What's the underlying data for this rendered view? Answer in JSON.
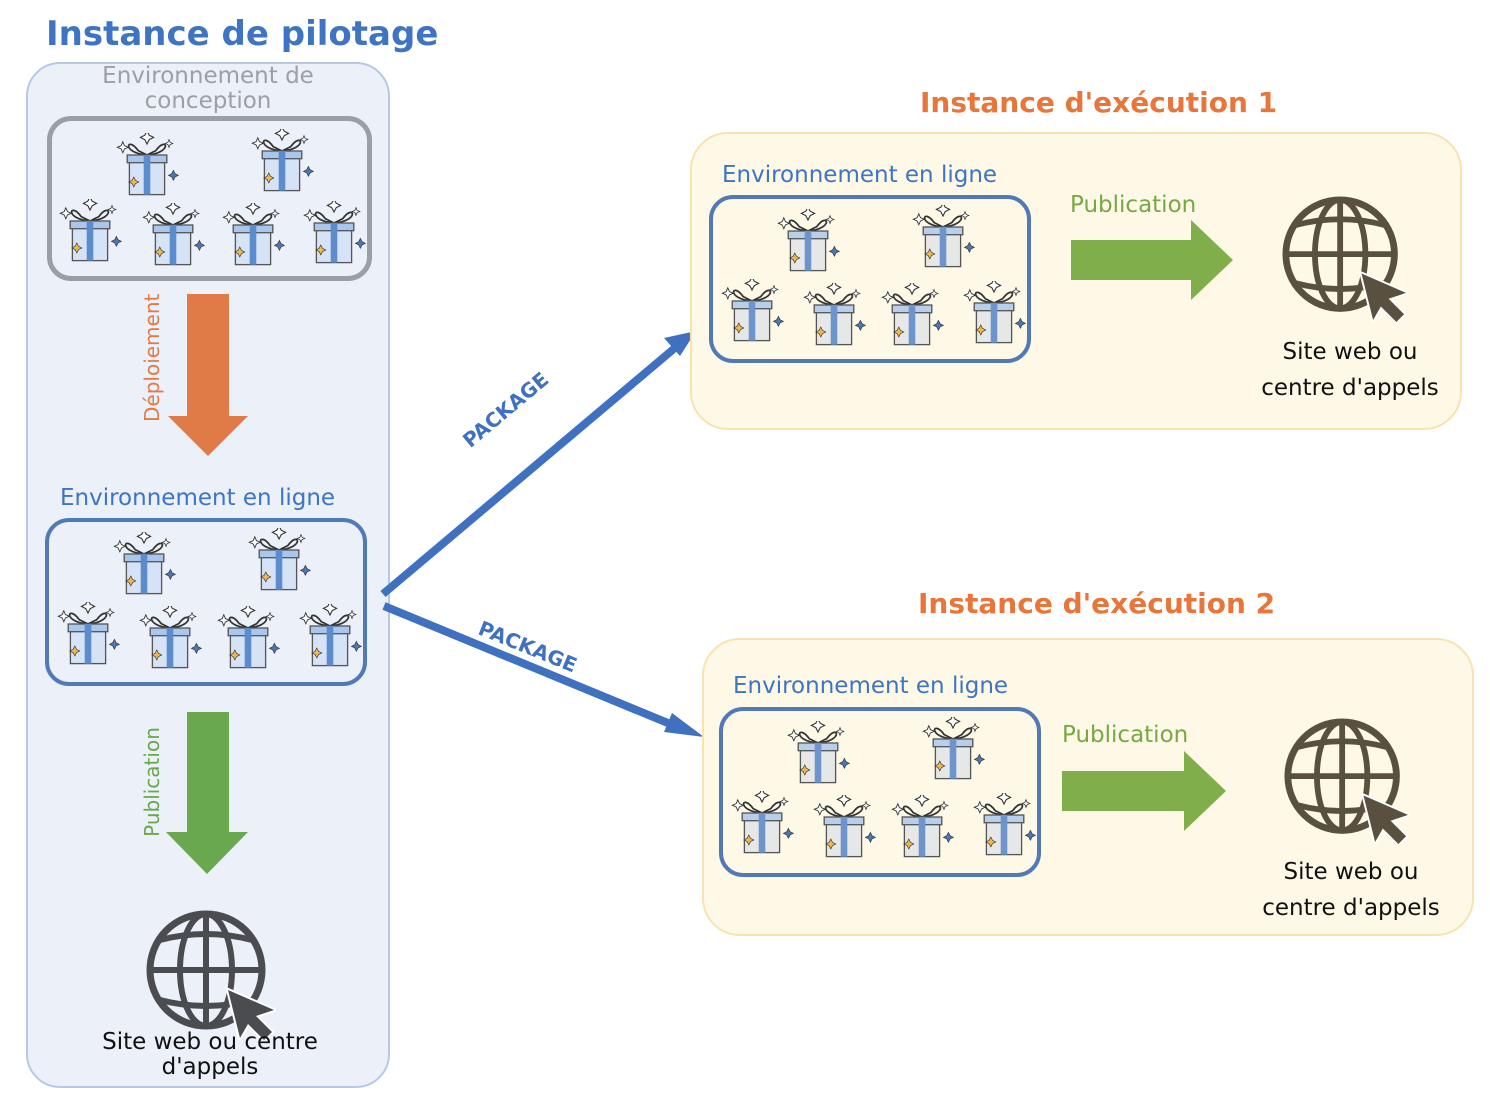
{
  "pilot": {
    "title": "Instance de pilotage",
    "design_env_label": "Environnement de conception",
    "deploy_label": "Déploiement",
    "online_env_label": "Environnement en ligne",
    "publication_label": "Publication",
    "site_label": "Site web ou centre d'appels"
  },
  "package_labels": [
    "PACKAGE",
    "PACKAGE"
  ],
  "exec_instances": [
    {
      "title": "Instance d'exécution 1",
      "online_env_label": "Environnement en ligne",
      "publication_label": "Publication",
      "site_label_line1": "Site web ou",
      "site_label_line2": "centre d'appels"
    },
    {
      "title": "Instance d'exécution 2",
      "online_env_label": "Environnement en ligne",
      "publication_label": "Publication",
      "site_label_line1": "Site web ou",
      "site_label_line2": "centre d'appels"
    }
  ],
  "colors": {
    "pilot_blue": "#3f74c2",
    "exec_orange": "#e8763a",
    "deploy_arrow": "#e07a47",
    "publish_arrow_left": "#6aa84f",
    "publish_arrow_right": "#7fae4a",
    "package_arrow": "#3f71c0"
  },
  "icons": {
    "gift": "gift-icon",
    "globe": "globe-cursor-icon"
  }
}
